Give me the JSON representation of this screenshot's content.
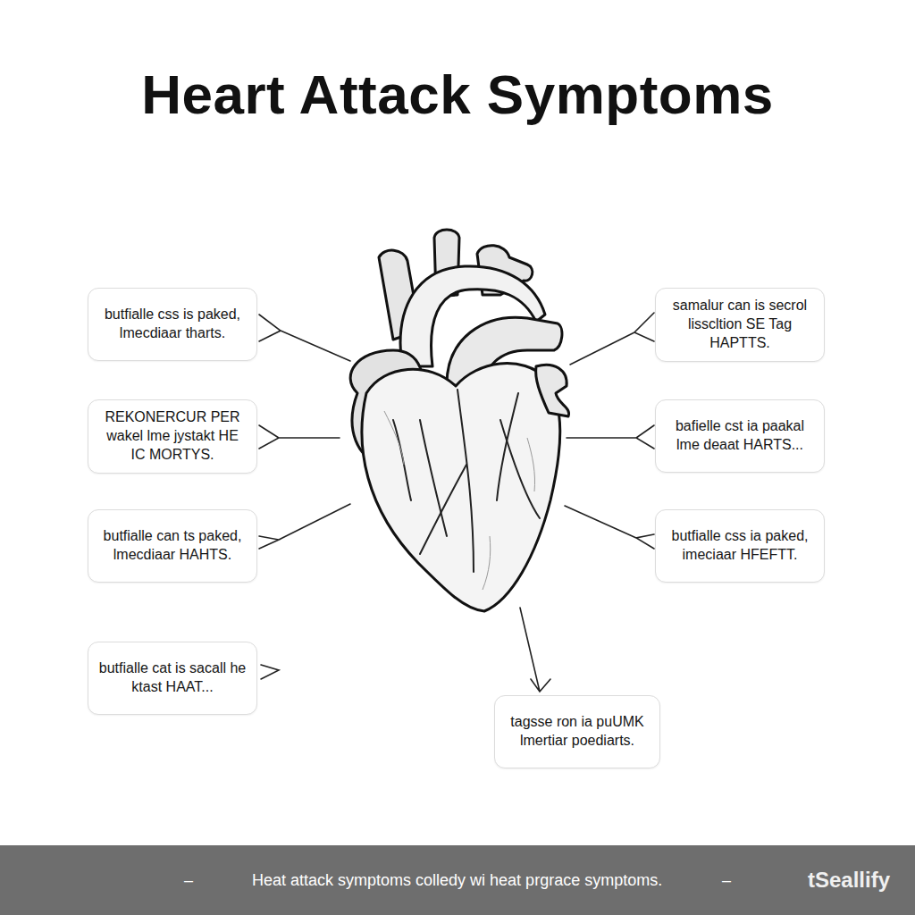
{
  "diagram": {
    "title": "Heart Attack Symptoms",
    "caption": "Heat attack symptoms colledy wi heat prgrace symptoms.",
    "nodes": [
      {
        "text": [
          "butfialle css is paked, lmecdiaar tharts."
        ]
      },
      {
        "text": [
          "samalur can is secrol lisscltion SE Tag HAPTTS."
        ]
      },
      {
        "text": [
          "REKONERCUR PER wakel lme jystakt HE IC MORTYS."
        ]
      },
      {
        "text": [
          "bafielle cst ia paakal lme deaat HARTS..."
        ]
      },
      {
        "text": [
          "butfialle can ts paked, lmecdiaar HAHTS."
        ]
      },
      {
        "text": [
          "butfialle css ia paked, imeciaar HFEFTT."
        ]
      },
      {
        "text": [
          "butfialle cat is sacall he ktast HAAT..."
        ]
      },
      {
        "text": [
          "tagsse ron ia puUMK lmertiar poediarts."
        ]
      }
    ],
    "labels": [
      "–",
      "–",
      "tSeallify"
    ]
  }
}
